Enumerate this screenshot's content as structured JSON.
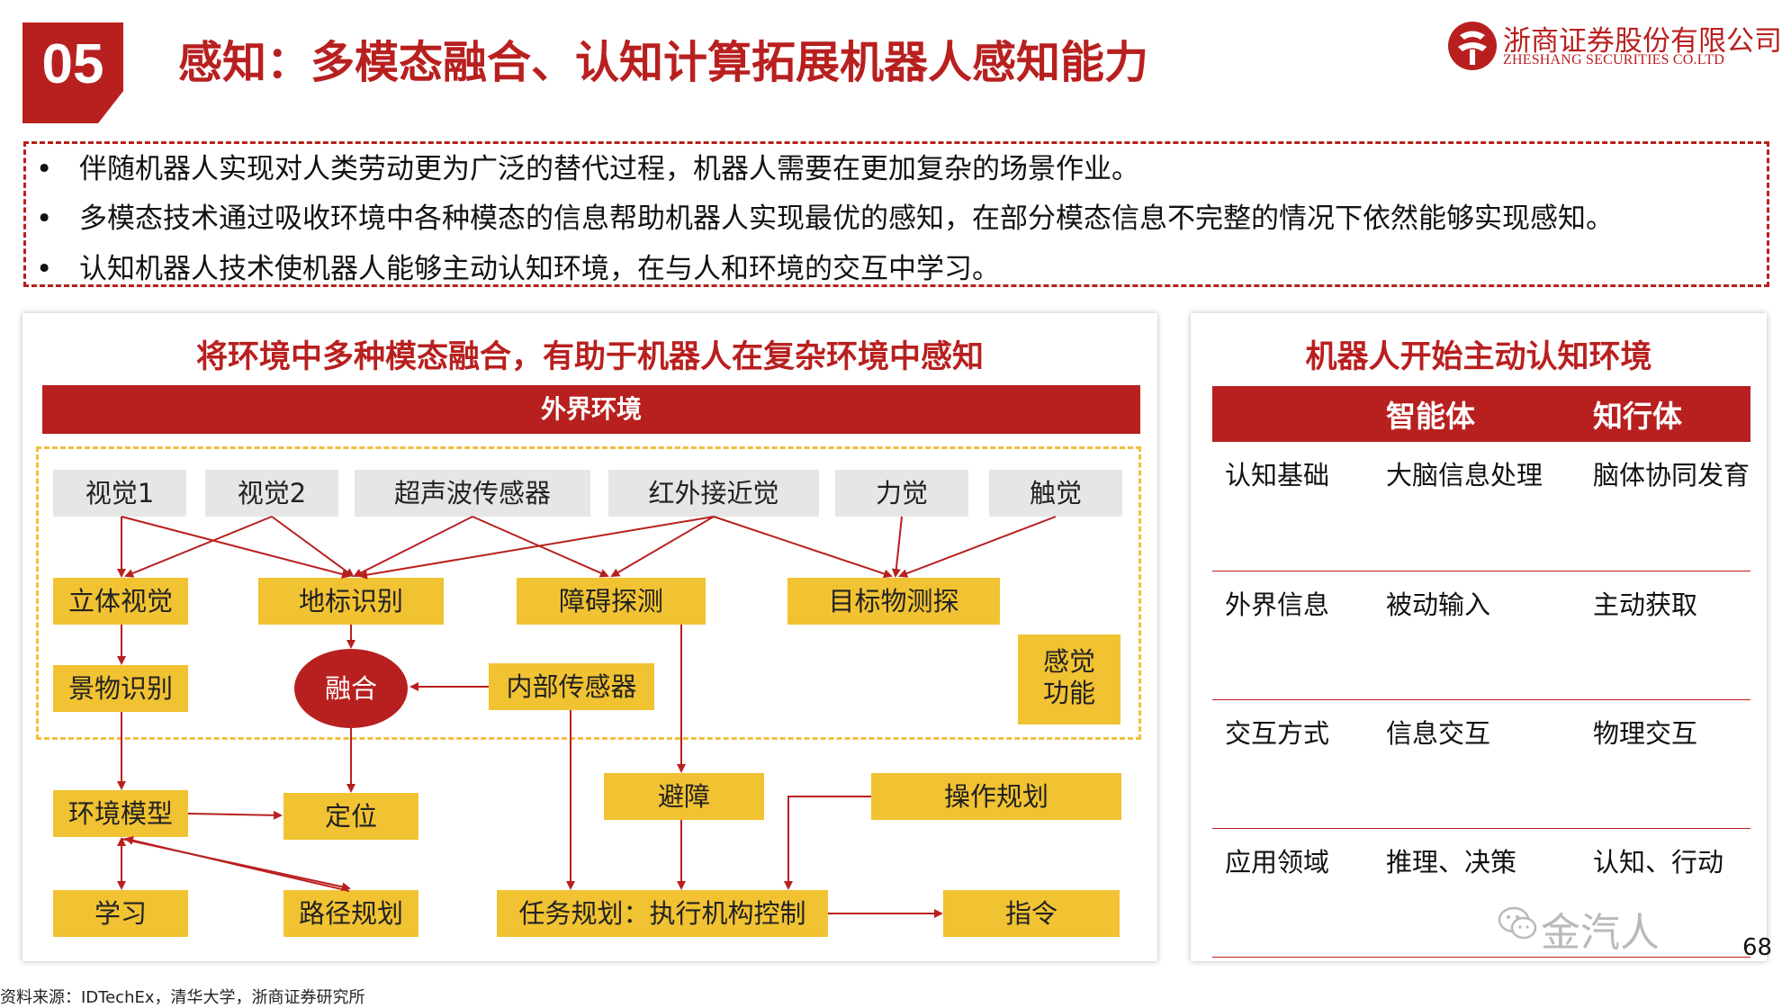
{
  "header": {
    "section_number": "05",
    "title": "感知：多模态融合、认知计算拓展机器人感知能力",
    "company_cn": "浙商证券股份有限公司",
    "company_en": "ZHESHANG SECURITIES CO.LTD",
    "brand_color": "#b8201f"
  },
  "bullets": [
    "伴随机器人实现对人类劳动更为广泛的替代过程，机器人需要在更加复杂的场景作业。",
    "多模态技术通过吸收环境中各种模态的信息帮助机器人实现最优的感知，在部分模态信息不完整的情况下依然能够实现感知。",
    "认知机器人技术使机器人能够主动认知环境，在与人和环境的交互中学习。"
  ],
  "left_panel": {
    "title": "将环境中多种模态融合，有助于机器人在复杂环境中感知",
    "env_bar": "外界环境",
    "sensors": [
      "视觉1",
      "视觉2",
      "超声波传感器",
      "红外接近觉",
      "力觉",
      "触觉"
    ],
    "perception": [
      "立体视觉",
      "地标识别",
      "障碍探测",
      "目标物测探"
    ],
    "scene_recognition": "景物识别",
    "fusion": "融合",
    "internal_sensor": "内部传感器",
    "sense_function": "感觉功能",
    "env_model": "环境模型",
    "localization": "定位",
    "obstacle_avoid": "避障",
    "operation_plan": "操作规划",
    "learning": "学习",
    "path_plan": "路径规划",
    "task_plan": "任务规划：执行机构控制",
    "command": "指令",
    "accent_yellow": "#f1c232",
    "sensor_gray": "#e6e6e6"
  },
  "right_panel": {
    "title": "机器人开始主动认知环境",
    "columns": [
      "",
      "智能体",
      "知行体"
    ],
    "rows": [
      [
        "认知基础",
        "大脑信息处理",
        "脑体协同发育"
      ],
      [
        "外界信息",
        "被动输入",
        "主动获取"
      ],
      [
        "交互方式",
        "信息交互",
        "物理交互"
      ],
      [
        "应用领域",
        "推理、决策",
        "认知、行动"
      ]
    ]
  },
  "footer": {
    "page_number": "68",
    "watermark": "金汽人",
    "source": "资料来源：IDTechEx，清华大学，浙商证券研究所"
  }
}
